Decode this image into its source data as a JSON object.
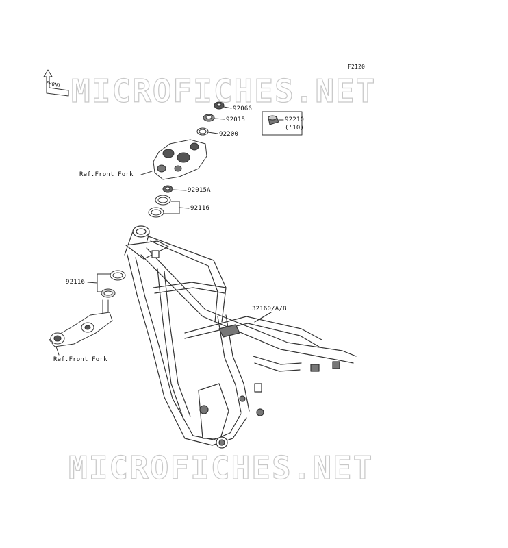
{
  "figure_code": "F2120",
  "front_label": "FRONT",
  "watermark_text": "MICROFICHES.NET",
  "parts": {
    "p92066": "92066",
    "p92015": "92015",
    "p92200": "92200",
    "p92015A": "92015A",
    "p92116_upper": "92116",
    "p92116_lower": "92116",
    "p32160": "32160/A/B",
    "p92210": "92210",
    "p92210_note": "('10)",
    "ref_front_fork_upper": "Ref.Front Fork",
    "ref_front_fork_lower": "Ref.Front Fork"
  },
  "colors": {
    "line": "#333333",
    "watermark_outline": "#c8c8c8"
  }
}
